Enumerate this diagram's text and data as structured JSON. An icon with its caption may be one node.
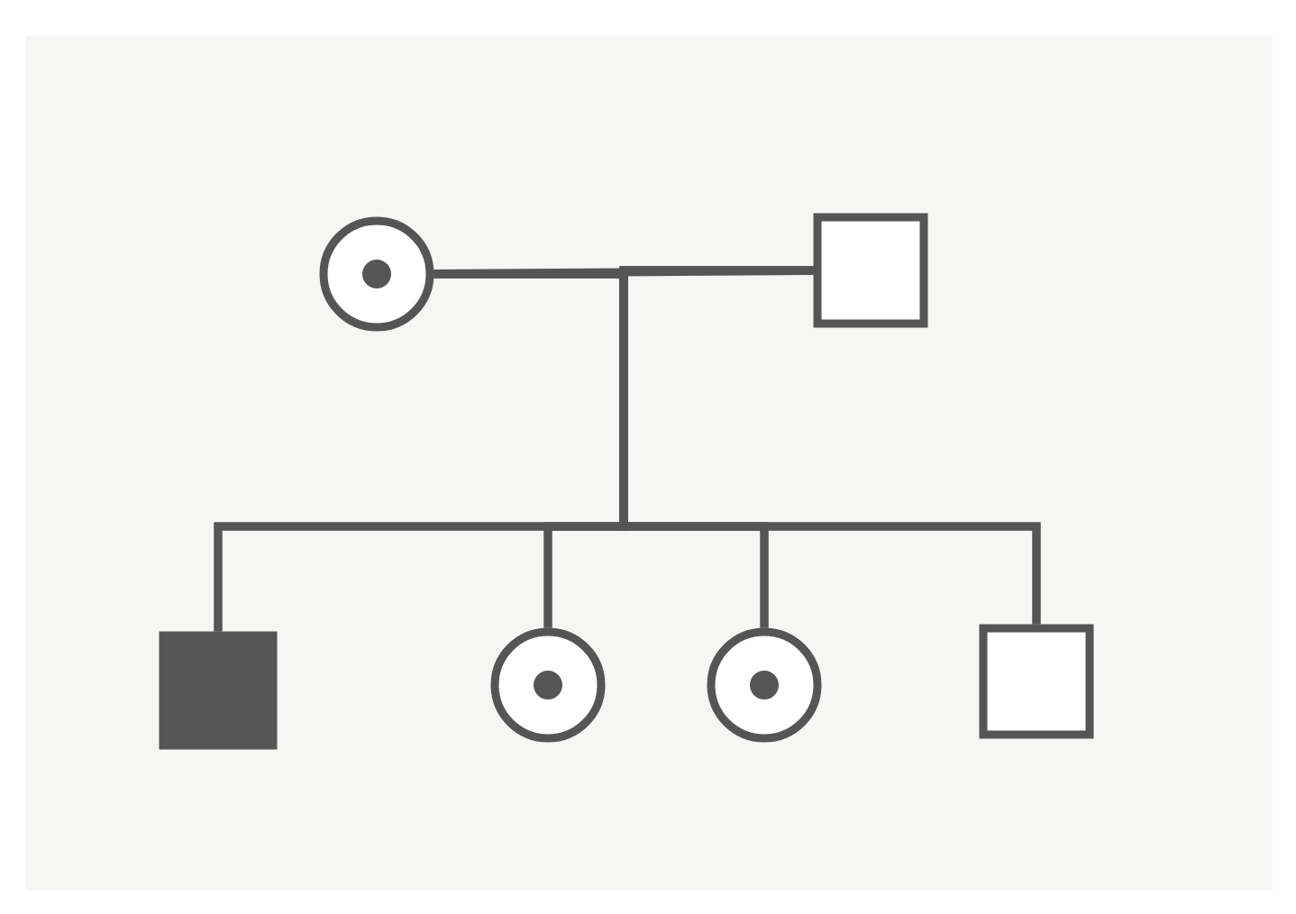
{
  "diagram": {
    "nodes": [
      {
        "text": [],
        "shape": "circle"
      },
      {
        "text": [],
        "shape": "box"
      },
      {
        "text": [],
        "shape": "box"
      },
      {
        "text": [],
        "shape": "circle"
      },
      {
        "text": [],
        "shape": "circle"
      },
      {
        "text": [],
        "shape": "box"
      }
    ],
    "edges": [
      {
        "from": 0,
        "to": 1,
        "arrow": "none"
      },
      {
        "from": 0,
        "to": 2,
        "arrow": "none"
      },
      {
        "from": 0,
        "to": 3,
        "arrow": "none"
      },
      {
        "from": 0,
        "to": 4,
        "arrow": "none"
      },
      {
        "from": 0,
        "to": 5,
        "arrow": "none"
      },
      {
        "from": 1,
        "to": 2,
        "arrow": "none"
      },
      {
        "from": 1,
        "to": 3,
        "arrow": "none"
      },
      {
        "from": 1,
        "to": 4,
        "arrow": "none"
      },
      {
        "from": 1,
        "to": 5,
        "arrow": "none"
      }
    ]
  }
}
